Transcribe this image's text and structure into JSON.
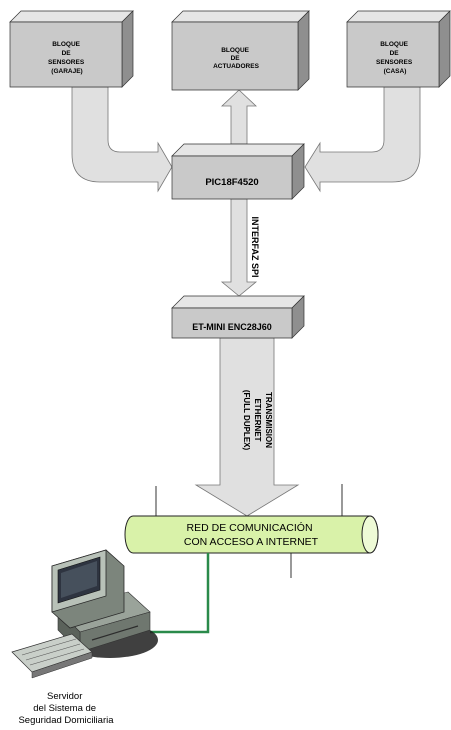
{
  "colors": {
    "box_front": "#c9c9c9",
    "box_top": "#e6e6e6",
    "box_side": "#8f8f8f",
    "arrow_fill": "#e0e0e0",
    "arrow_stroke": "#777777",
    "network_fill": "#d9f2a9",
    "network_stroke": "#222222",
    "link_line": "#2a8a4a"
  },
  "blocks": {
    "sensors_garage": [
      "BLOQUE",
      "DE",
      "SENSORES",
      "(GARAJE)"
    ],
    "actuators": [
      "BLOQUE",
      "DE",
      "ACTUADORES"
    ],
    "sensors_house": [
      "BLOQUE",
      "DE",
      "SENSORES",
      "(CASA)"
    ],
    "microcontroller": "PIC18F4520",
    "ethernet_module": "ET-MINI ENC28J60"
  },
  "links": {
    "spi": "INTERFAZ SPI",
    "ethernet": [
      "TRANSMISION",
      "ETHERNET",
      "(FULL DUPLEX)"
    ]
  },
  "network": [
    "RED DE COMUNICACIÓN",
    "CON ACCESO A INTERNET"
  ],
  "server": [
    "Servidor",
    "del Sistema de",
    "Seguridad Domiciliaria"
  ],
  "icons": {
    "computer": "desktop-computer-icon"
  }
}
